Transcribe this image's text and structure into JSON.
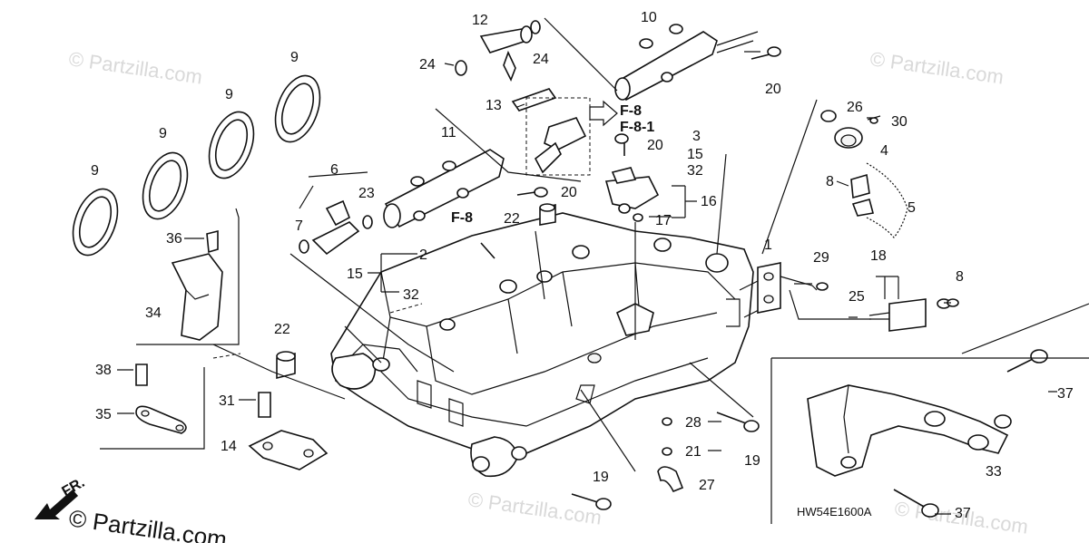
{
  "diagram_code": "HW54E1600A",
  "watermark": "© Partzilla.com",
  "front_indicator": "FR.",
  "references": [
    "F-8",
    "F-8-1",
    "F-8"
  ],
  "callouts": [
    "1",
    "2",
    "3",
    "4",
    "5",
    "6",
    "7",
    "8",
    "8",
    "9",
    "9",
    "9",
    "9",
    "10",
    "11",
    "12",
    "13",
    "14",
    "15",
    "15",
    "16",
    "17",
    "18",
    "19",
    "19",
    "20",
    "20",
    "20",
    "21",
    "22",
    "22",
    "23",
    "24",
    "24",
    "25",
    "26",
    "27",
    "28",
    "29",
    "30",
    "31",
    "32",
    "32",
    "33",
    "34",
    "35",
    "36",
    "37",
    "37",
    "38"
  ]
}
